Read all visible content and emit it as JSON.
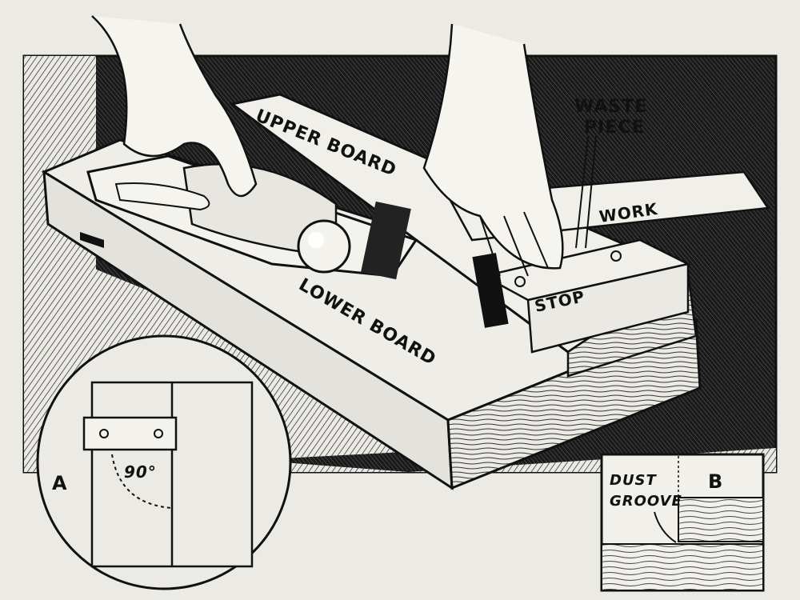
{
  "labels": {
    "upper_board": "UPPER BOARD",
    "lower_board": "LOWER BOARD",
    "waste_piece_line1": "WASTE",
    "waste_piece_line2": "PIECE",
    "work": "WORK",
    "stop": "STOP"
  },
  "inset_a": {
    "letter": "A",
    "angle": "90°"
  },
  "inset_b": {
    "letter": "B",
    "dust_line1": "DUST",
    "dust_line2": "GROOVE"
  },
  "colors": {
    "paper": "#eceae4",
    "ink": "#111111",
    "dark": "#1a1a1a"
  }
}
